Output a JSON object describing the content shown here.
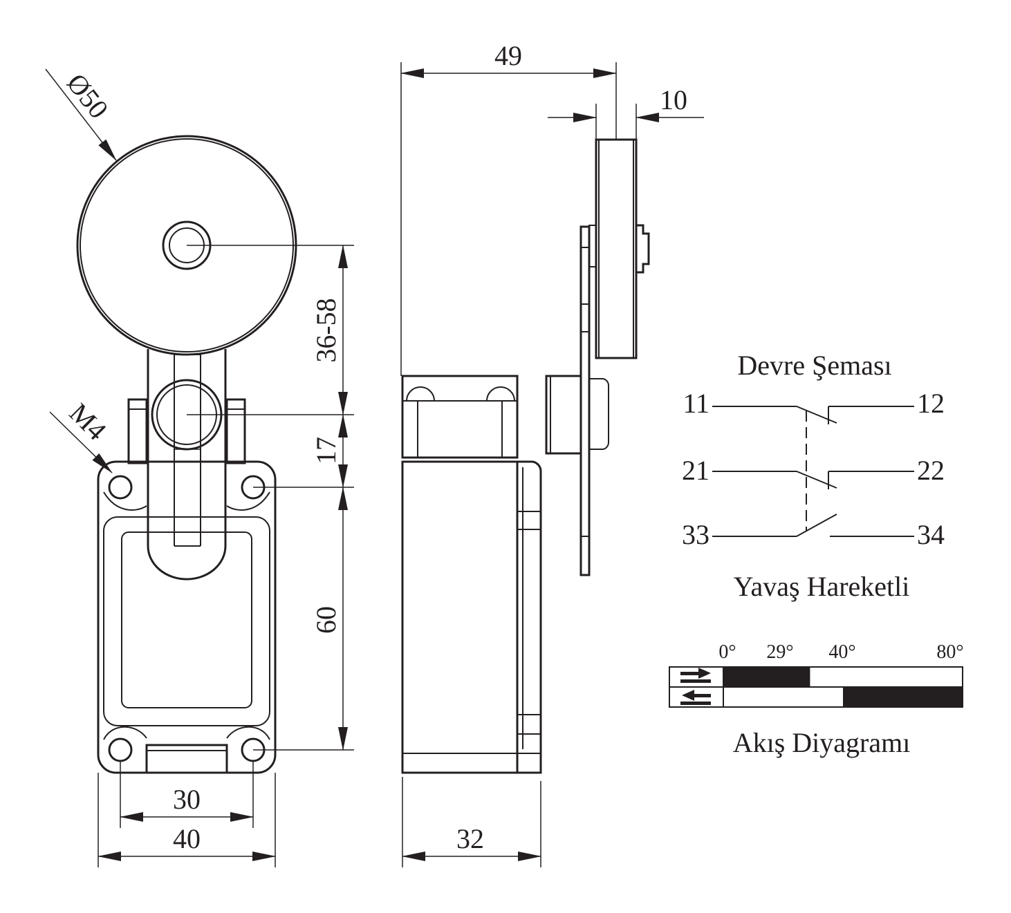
{
  "dimensions": {
    "roller_diameter": "Ø50",
    "screw_size": "M4",
    "lever_range": "36-58",
    "lever_offset": "17",
    "body_height": "60",
    "hole_spacing": "30",
    "body_width": "40",
    "total_depth": "49",
    "roller_width": "10",
    "body_depth": "32"
  },
  "circuit": {
    "title": "Devre Şeması",
    "terminals": [
      "11",
      "12",
      "21",
      "22",
      "33",
      "34"
    ],
    "mode": "Yavaş Hareketli"
  },
  "flow": {
    "title": "Akış Diyagramı",
    "angles": [
      "0°",
      "29°",
      "40°",
      "80°"
    ],
    "forward_on": [
      0,
      29
    ],
    "return_on": [
      40,
      80
    ],
    "range": [
      0,
      80
    ]
  }
}
